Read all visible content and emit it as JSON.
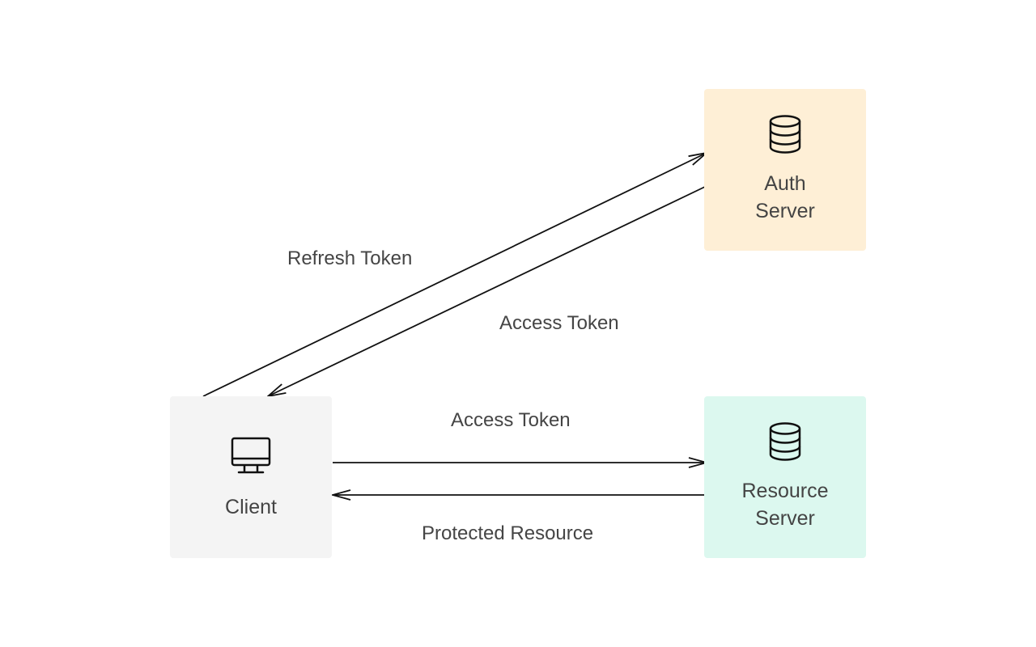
{
  "nodes": {
    "client": {
      "label": "Client",
      "icon": "monitor-icon",
      "color": "#f4f4f4"
    },
    "auth": {
      "label_line1": "Auth",
      "label_line2": "Server",
      "icon": "database-icon",
      "color": "#feefd6"
    },
    "resource": {
      "label_line1": "Resource",
      "label_line2": "Server",
      "icon": "database-icon",
      "color": "#dcf8ef"
    }
  },
  "edges": {
    "refresh_token": {
      "label": "Refresh Token",
      "from": "Client",
      "to": "Auth Server"
    },
    "access_token_from_auth": {
      "label": "Access Token",
      "from": "Auth Server",
      "to": "Client"
    },
    "access_token_to_resource": {
      "label": "Access Token",
      "from": "Client",
      "to": "Resource Server"
    },
    "protected_resource": {
      "label": "Protected Resource",
      "from": "Resource Server",
      "to": "Client"
    }
  }
}
